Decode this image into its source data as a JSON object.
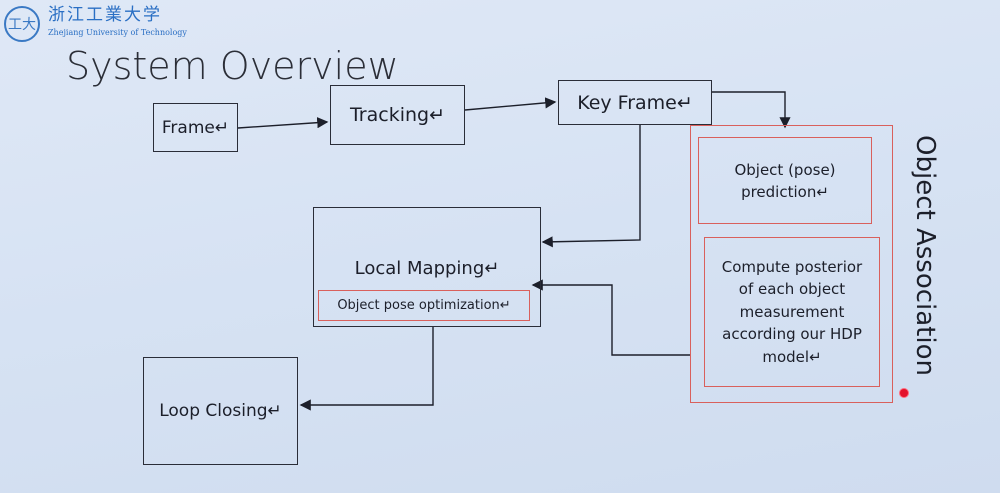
{
  "header": {
    "university_cn": "浙江工業大学",
    "university_en": "Zhejiang University of Technology",
    "logo_text": "工大"
  },
  "title": "System Overview",
  "nodes": {
    "frame": "Frame↵",
    "tracking": "Tracking↵",
    "key_frame": "Key Frame↵",
    "local_mapping": "Local Mapping↵",
    "object_pose_optimization": "Object pose optimization↵",
    "loop_closing": "Loop Closing↵",
    "object_pose_prediction": "Object (pose) prediction↵",
    "compute_posterior": "Compute posterior of each object measurement according our HDP model↵",
    "object_association": "Object Association"
  },
  "colors": {
    "accent_red": "#d9605c",
    "pointer": "#e3122c"
  }
}
